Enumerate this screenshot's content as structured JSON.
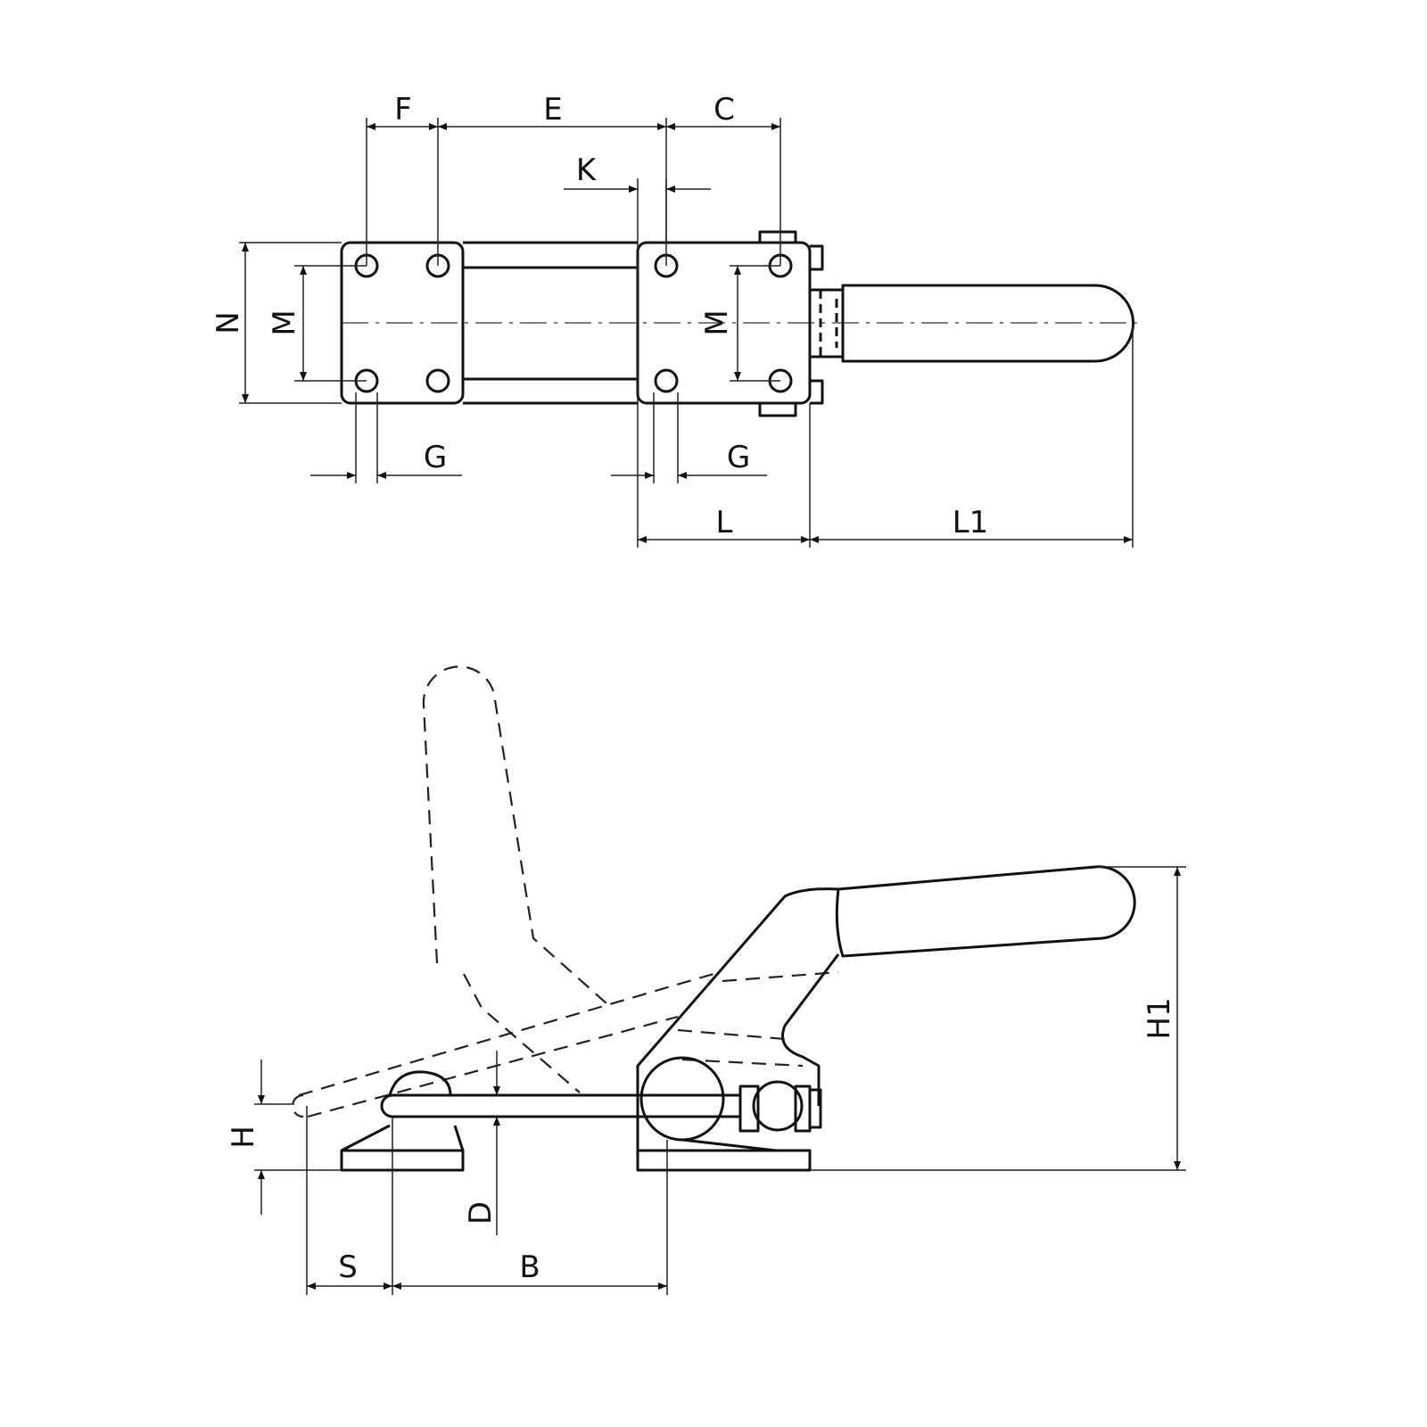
{
  "drawing": {
    "title": "Horizontal toggle clamp dimension drawing",
    "top_view_labels": {
      "F": "F",
      "E": "E",
      "C": "C",
      "K": "K",
      "N": "N",
      "M_left": "M",
      "M_right": "M",
      "G_left": "G",
      "G_right": "G",
      "L": "L",
      "L1": "L1"
    },
    "side_view_labels": {
      "H": "H",
      "D": "D",
      "S": "S",
      "B": "B",
      "H1": "H1"
    }
  }
}
